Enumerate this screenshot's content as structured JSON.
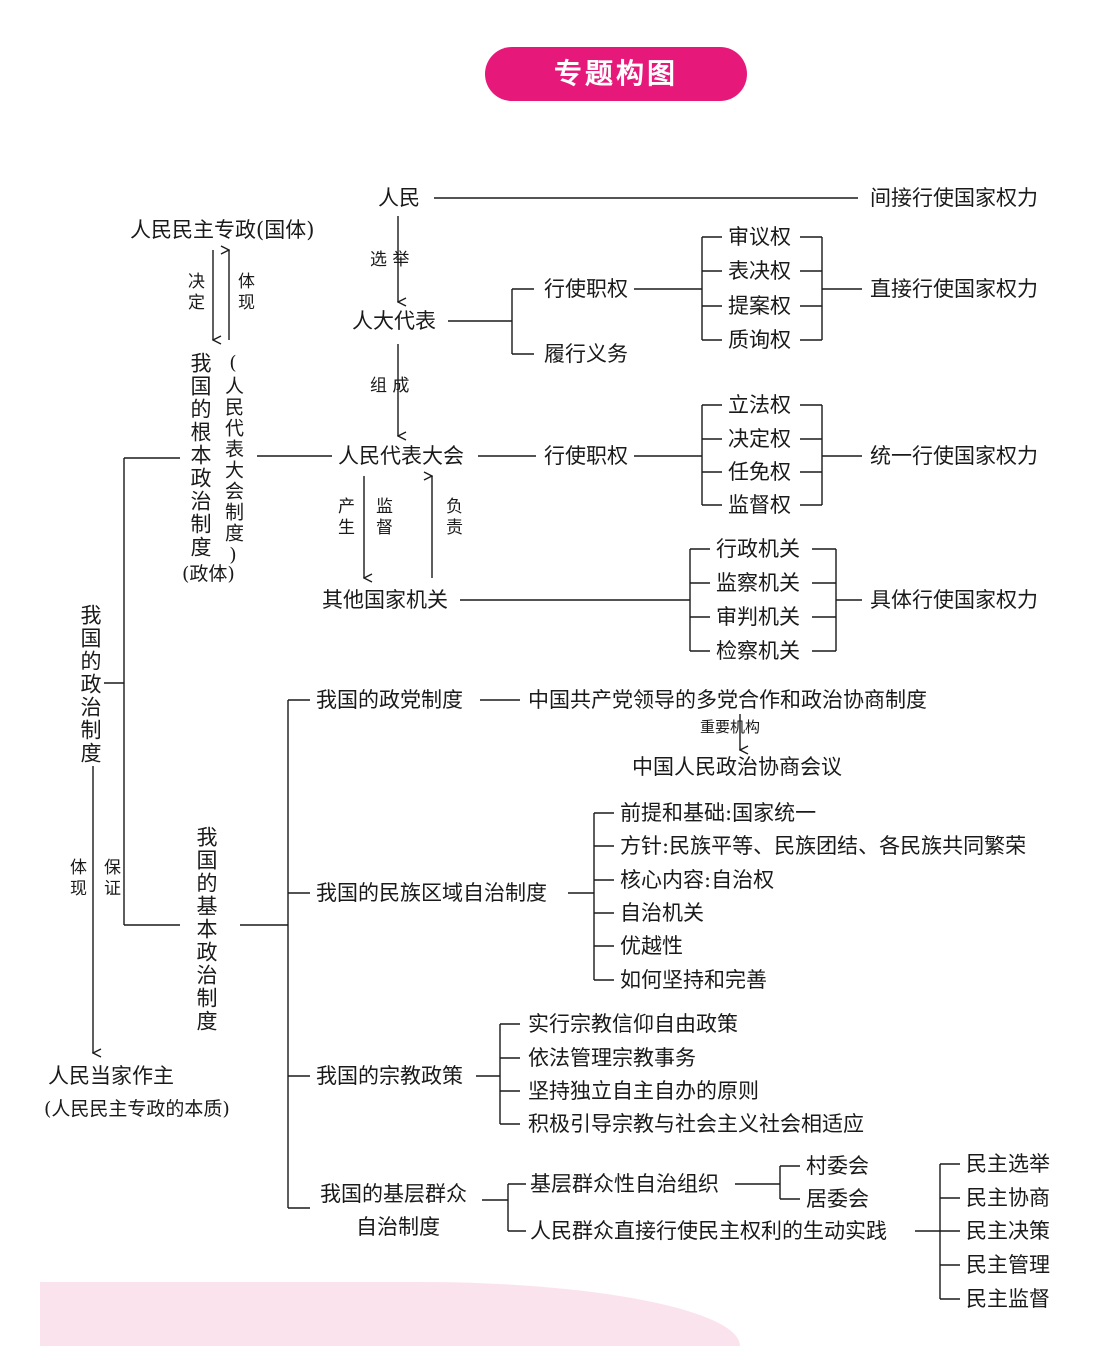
{
  "title": "专题构图",
  "nodes": {
    "renmin": "人民",
    "jianjie": "间接行使国家权力",
    "zhuanzheng": "人民民主专政(国体)",
    "juedingv": "决定",
    "tixianv": "体现",
    "xuanju": "选 举",
    "rendadaibiao": "人大代表",
    "xingshi1": "行使职权",
    "lvxing": "履行义务",
    "shenyi": "审议权",
    "biaojue": "表决权",
    "tian": "提案权",
    "zhixun": "质询权",
    "zhijie": "直接行使国家权力",
    "zucheng": "组 成",
    "genben": "我国的根本政治制度",
    "zhengti": "(政体)",
    "rendahui_paren": "(人民代表大会制度)",
    "rendahui": "人民代表大会",
    "xingshi2": "行使职权",
    "lifa": "立法权",
    "jueding": "决定权",
    "renmian": "任免权",
    "jiandu": "监督权",
    "tongyi": "统一行使国家权力",
    "chansheng": "产生",
    "jianduv": "监督",
    "fuze": "负责",
    "qita": "其他国家机关",
    "xingzheng": "行政机关",
    "jiancha": "监察机关",
    "shenpan": "审判机关",
    "jianchajg": "检察机关",
    "juti": "具体行使国家权力",
    "zhengzhi": "我国的政治制度",
    "tixian2": "体现",
    "baozheng": "保证",
    "dangjia": "人民当家作主",
    "benzhi": "(人民民主专政的本质)",
    "jiben": "我国的基本政治制度",
    "zhengdang": "我国的政党制度",
    "zhonggong": "中国共产党领导的多党合作和政治协商制度",
    "zhongyao": "重要机构",
    "zhengxie": "中国人民政治协商会议",
    "minzu": "我国的民族区域自治制度",
    "qianti": "前提和基础:国家统一",
    "fangzhen": "方针:民族平等、民族团结、各民族共同繁荣",
    "hexin": "核心内容:自治权",
    "zizhi": "自治机关",
    "youyue": "优越性",
    "ruhe": "如何坚持和完善",
    "zongjiao": "我国的宗教政策",
    "shixing": "实行宗教信仰自由政策",
    "yifa": "依法管理宗教事务",
    "jianchi": "坚持独立自主自办的原则",
    "jiji": "积极引导宗教与社会主义社会相适应",
    "jiceng1": "我国的基层群众",
    "jiceng2": "自治制度",
    "jicengzuzhi": "基层群众性自治组织",
    "cunwei": "村委会",
    "juwei": "居委会",
    "shijian": "人民群众直接行使民主权利的生动实践",
    "xuanju2": "民主选举",
    "xieshang": "民主协商",
    "juece": "民主决策",
    "guanli": "民主管理",
    "jiandu2": "民主监督"
  },
  "colors": {
    "accent": "#e6197a",
    "footer": "#fbe3ee",
    "line": "#1a1a1a"
  }
}
